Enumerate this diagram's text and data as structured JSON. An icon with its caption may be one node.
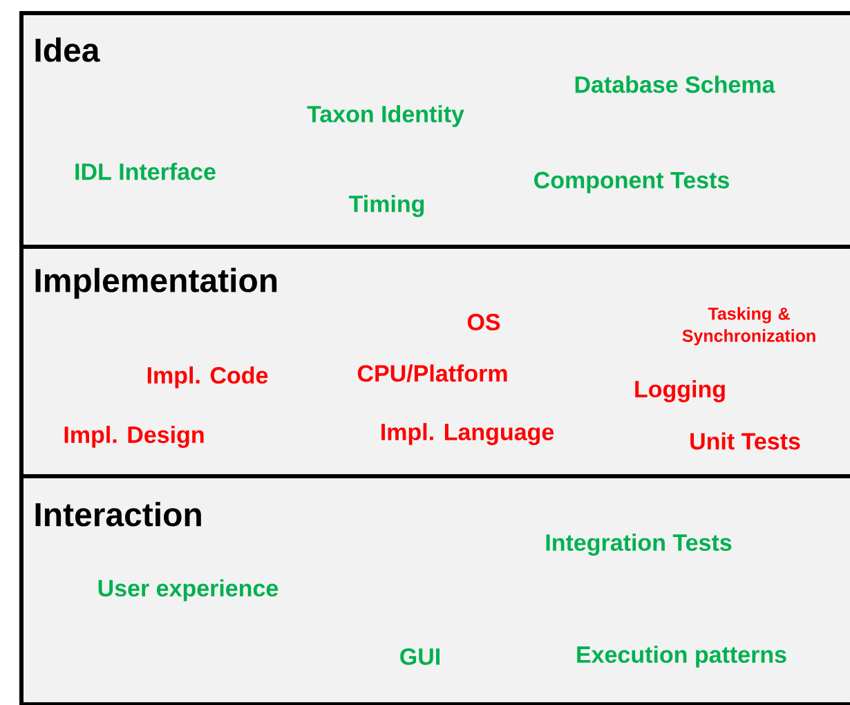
{
  "diagram": {
    "nodes": [
      {
        "text": [
          "Idea",
          "Database Schema",
          "Taxon Identity",
          "IDL Interface",
          "Component Tests",
          "Timing"
        ]
      },
      {
        "text": [
          "Implementation",
          "OS",
          "Tasking & Synchronization",
          "Impl. Code",
          "CPU/Platform",
          "Logging",
          "Impl. Design",
          "Impl. Language",
          "Unit Tests"
        ]
      },
      {
        "text": [
          "Interaction",
          "Integration Tests",
          "User experience",
          "GUI",
          "Execution patterns"
        ]
      }
    ]
  }
}
